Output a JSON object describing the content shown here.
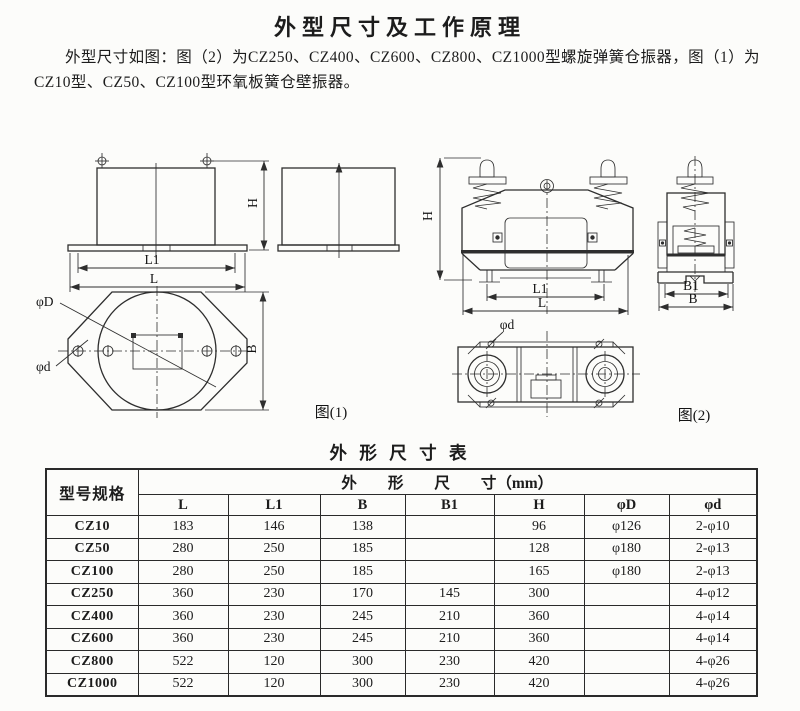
{
  "page": {
    "title": "外型尺寸及工作原理",
    "intro": "外型尺寸如图：图（2）为CZ250、CZ400、CZ600、CZ800、CZ1000型螺旋弹簧仓振器，图（1）为CZ10型、CZ50、CZ100型环氧板簧仓壁振器。"
  },
  "figures": {
    "fig1": {
      "caption": "图(1)",
      "dims": {
        "H": "H",
        "L1": "L1",
        "L": "L",
        "B": "B",
        "phiD": "φD",
        "phid": "φd"
      }
    },
    "fig2": {
      "caption": "图(2)",
      "dims": {
        "H": "H",
        "L1": "L1",
        "L": "L",
        "B1": "B1",
        "B": "B",
        "phid": "φd"
      }
    }
  },
  "table": {
    "title": "外 形 尺 寸 表",
    "model_header": "型号规格",
    "group_header": "外　　形　　尺　　寸（mm）",
    "columns": [
      "L",
      "L1",
      "B",
      "B1",
      "H",
      "φD",
      "φd"
    ],
    "rows": [
      {
        "model": "CZ10",
        "values": [
          "183",
          "146",
          "138",
          "",
          "96",
          "φ126",
          "2-φ10"
        ]
      },
      {
        "model": "CZ50",
        "values": [
          "280",
          "250",
          "185",
          "",
          "128",
          "φ180",
          "2-φ13"
        ]
      },
      {
        "model": "CZ100",
        "values": [
          "280",
          "250",
          "185",
          "",
          "165",
          "φ180",
          "2-φ13"
        ]
      },
      {
        "model": "CZ250",
        "values": [
          "360",
          "230",
          "170",
          "145",
          "300",
          "",
          "4-φ12"
        ]
      },
      {
        "model": "CZ400",
        "values": [
          "360",
          "230",
          "245",
          "210",
          "360",
          "",
          "4-φ14"
        ]
      },
      {
        "model": "CZ600",
        "values": [
          "360",
          "230",
          "245",
          "210",
          "360",
          "",
          "4-φ14"
        ]
      },
      {
        "model": "CZ800",
        "values": [
          "522",
          "120",
          "300",
          "230",
          "420",
          "",
          "4-φ26"
        ]
      },
      {
        "model": "CZ1000",
        "values": [
          "522",
          "120",
          "300",
          "230",
          "420",
          "",
          "4-φ26"
        ]
      }
    ]
  }
}
